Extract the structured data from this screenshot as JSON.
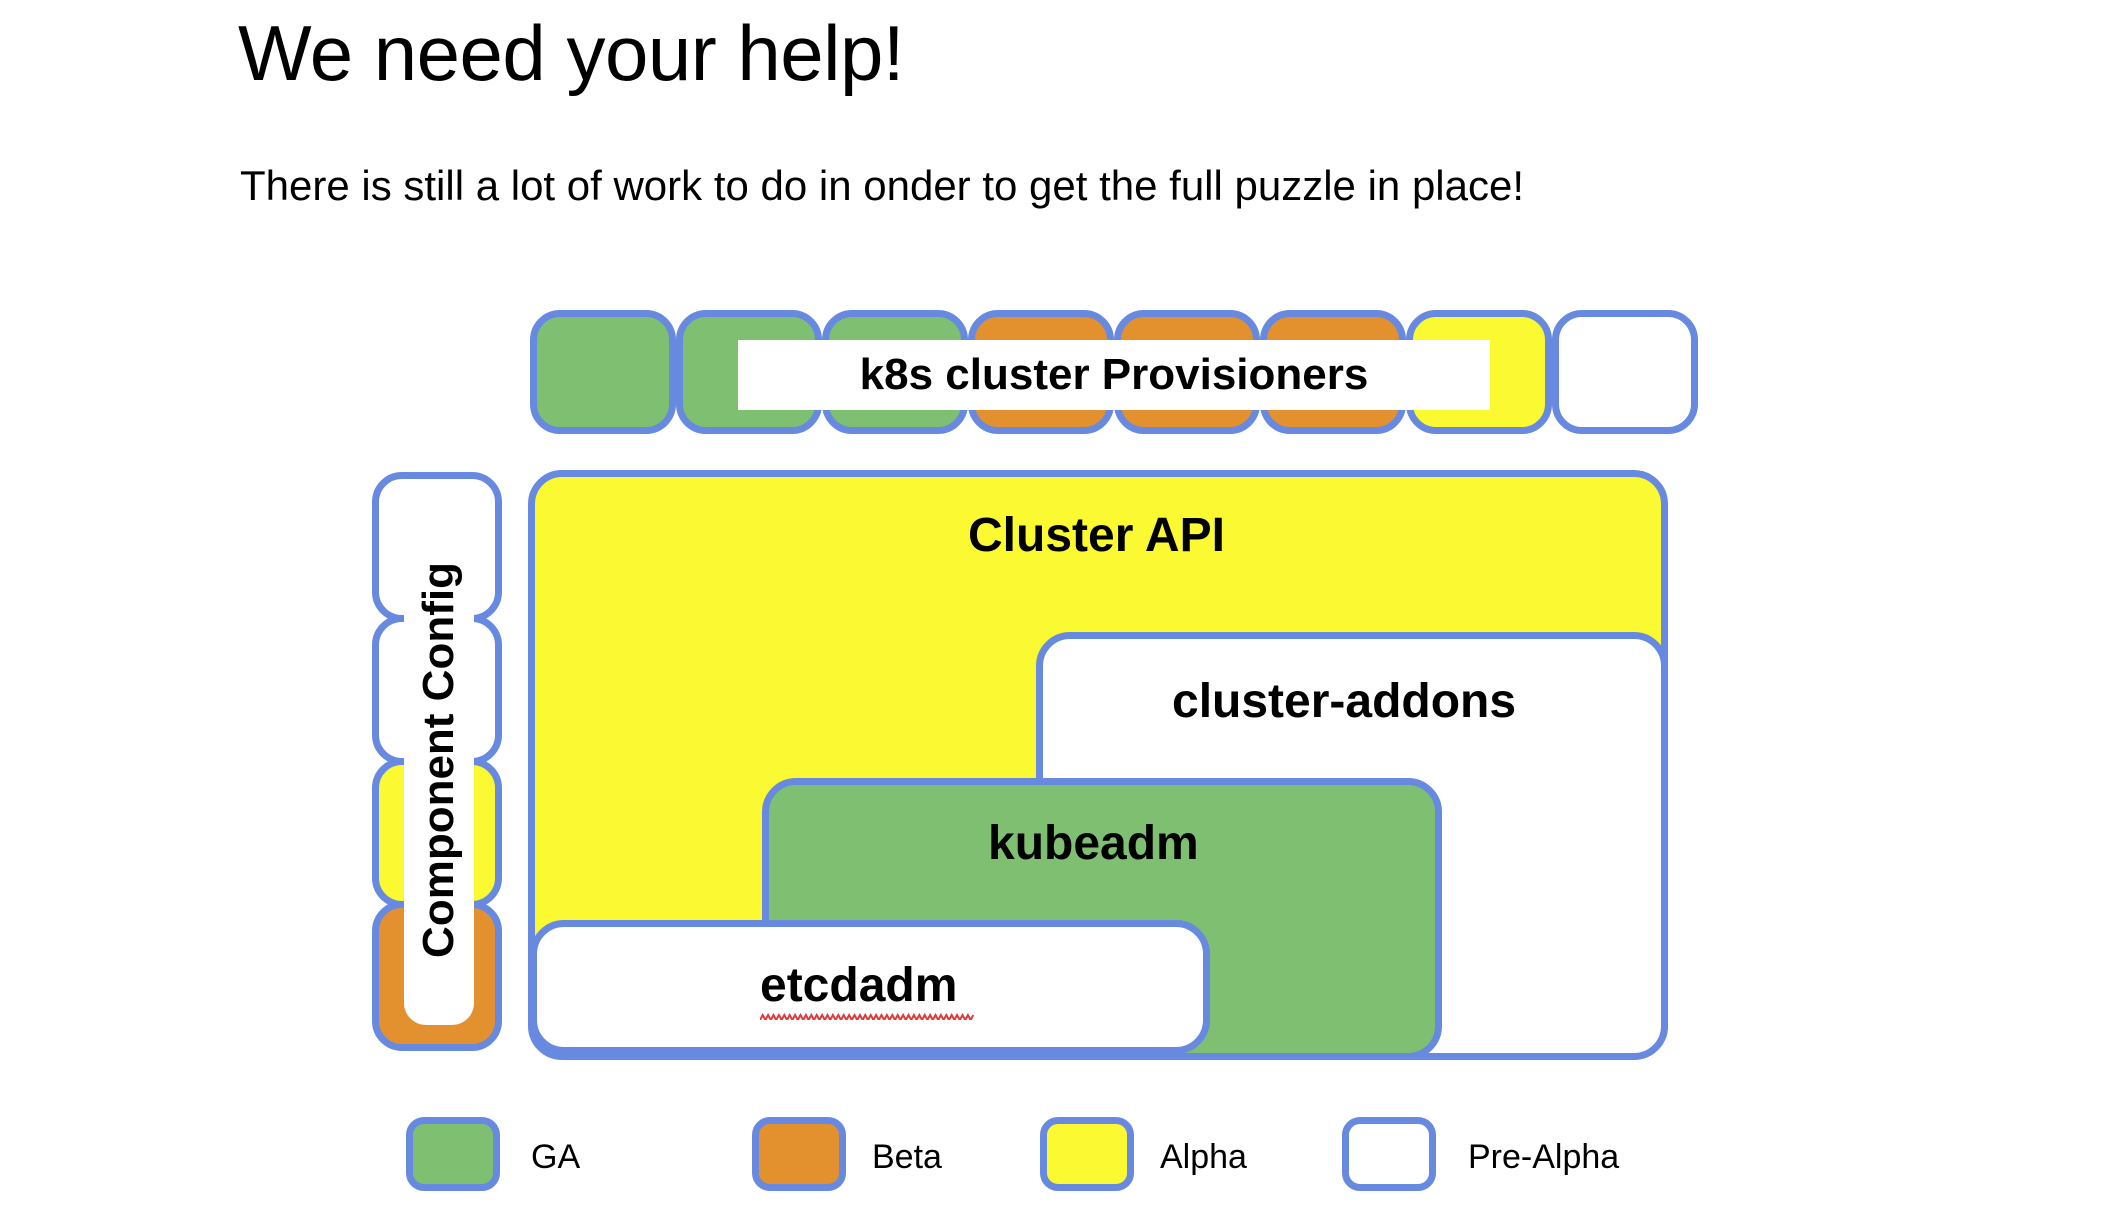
{
  "slide": {
    "title": "We need your help!",
    "subtitle": "There is still a lot of work to do in onder to get the full puzzle in place!"
  },
  "colors": {
    "border_blue": "#6889e0",
    "ga_green": "#7fbf72",
    "beta_orange": "#e3912f",
    "alpha_yellow": "#fbf932",
    "pre_alpha_white": "#ffffff",
    "spellcheck_red": "#e03a3a"
  },
  "diagram": {
    "provisioners_row": {
      "caption": "k8s cluster Provisioners",
      "tiles": [
        {
          "status": "GA"
        },
        {
          "status": "GA"
        },
        {
          "status": "GA"
        },
        {
          "status": "Beta"
        },
        {
          "status": "Beta"
        },
        {
          "status": "Beta"
        },
        {
          "status": "Alpha"
        },
        {
          "status": "Pre-Alpha"
        }
      ]
    },
    "component_config": {
      "label": "Component Config",
      "tiles": [
        {
          "status": "Pre-Alpha"
        },
        {
          "status": "Pre-Alpha"
        },
        {
          "status": "Alpha"
        },
        {
          "status": "Beta"
        }
      ]
    },
    "stack": [
      {
        "label": "Cluster API",
        "status": "Alpha"
      },
      {
        "label": "cluster-addons",
        "status": "Pre-Alpha"
      },
      {
        "label": "kubeadm",
        "status": "GA"
      },
      {
        "label": "etcdadm",
        "status": "Pre-Alpha",
        "spellcheck_underline": true
      }
    ]
  },
  "legend": {
    "items": [
      {
        "label": "GA",
        "status": "GA"
      },
      {
        "label": "Beta",
        "status": "Beta"
      },
      {
        "label": "Alpha",
        "status": "Alpha"
      },
      {
        "label": "Pre-Alpha",
        "status": "Pre-Alpha"
      }
    ]
  }
}
